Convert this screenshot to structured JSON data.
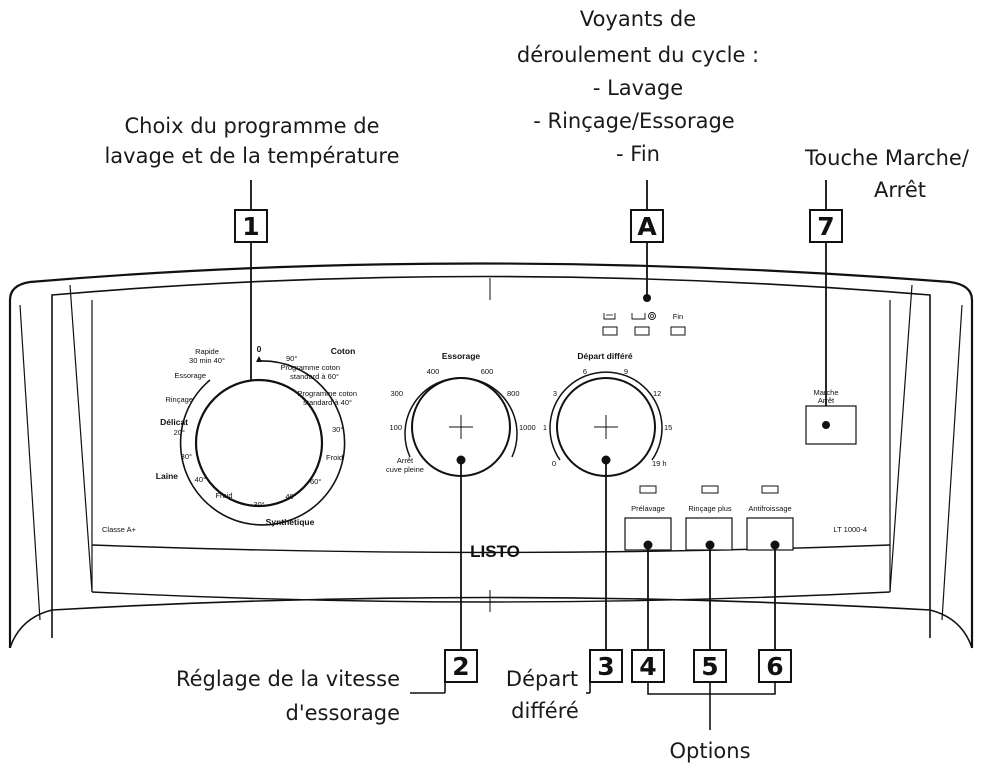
{
  "annotations": {
    "program": [
      "Choix du programme de",
      "lavage et de la température"
    ],
    "voyants": [
      "Voyants de",
      "déroulement du cycle :",
      "- Lavage",
      "- Rinçage/Essorage",
      "- Fin"
    ],
    "marche": [
      "Touche Marche/",
      "Arrêt"
    ],
    "vitesse": [
      "Réglage de la vitesse",
      "d'essorage"
    ],
    "depart": [
      "Départ",
      "différé"
    ],
    "options": "Options"
  },
  "callouts": {
    "c1": "1",
    "cA": "A",
    "c7": "7",
    "c2": "2",
    "c3": "3",
    "c4": "4",
    "c5": "5",
    "c6": "6"
  },
  "panel": {
    "brand": "LISTO",
    "energy_class": "Classe A+",
    "model": "LT 1000-4",
    "fin_label": "Fin",
    "marche_label": [
      "Marche",
      "Arrêt"
    ],
    "option_buttons": [
      "Prélavage",
      "Rinçage plus",
      "Antifroissage"
    ]
  },
  "program_dial": {
    "groups": {
      "coton": "Coton",
      "synthetique": "Synthétique",
      "delicat": "Délicat",
      "laine": "Laine"
    },
    "labels": {
      "zero": "0",
      "rapide": [
        "Rapide",
        "30 min 40°"
      ],
      "essorage": "Essorage",
      "rincage": "Rinçage",
      "c90": "90°",
      "prog60": [
        "Programme coton",
        "standard à 60°"
      ],
      "prog40": [
        "Programme coton",
        "standard à 40°"
      ],
      "c30": "30°",
      "froid_c": "Froid",
      "c60": "60°",
      "s40": "40°",
      "s30": "30°",
      "froid_s": "Froid",
      "l40": "40°",
      "l30": "30°",
      "d20": "20°"
    }
  },
  "spin_dial": {
    "title": "Essorage",
    "labels": {
      "s400": "400",
      "s600": "600",
      "s300": "300",
      "s800": "800",
      "s100": "100",
      "s1000": "1000"
    },
    "stop": [
      "Arrêt",
      "cuve pleine"
    ]
  },
  "delay_dial": {
    "title": "Départ différé",
    "labels": {
      "d6": "6",
      "d9": "9",
      "d3": "3",
      "d12": "12",
      "d1": "1",
      "d15": "15",
      "d0": "0",
      "d19": "19 h"
    }
  }
}
